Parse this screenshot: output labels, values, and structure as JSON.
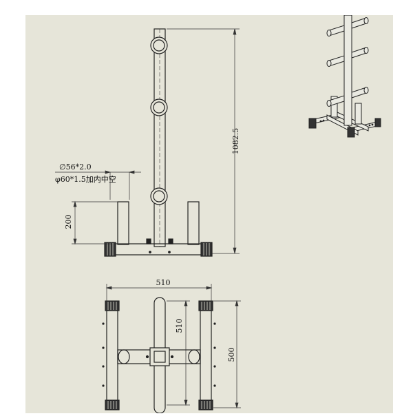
{
  "sheet": {
    "background": "#e6e5d9",
    "line_color": "#222222",
    "dim_color": "#333333"
  },
  "front_view": {
    "height_dim": "1082.5",
    "post_height_dim": "200",
    "tube_spec": "∅56*2.0",
    "inner_spec": "φ60*1.5加内中空"
  },
  "top_view": {
    "width_dim": "510",
    "inner_length_dim": "510",
    "outer_length_dim": "500"
  },
  "iso_view": {
    "icon": "weight-plate-tree-3d"
  }
}
